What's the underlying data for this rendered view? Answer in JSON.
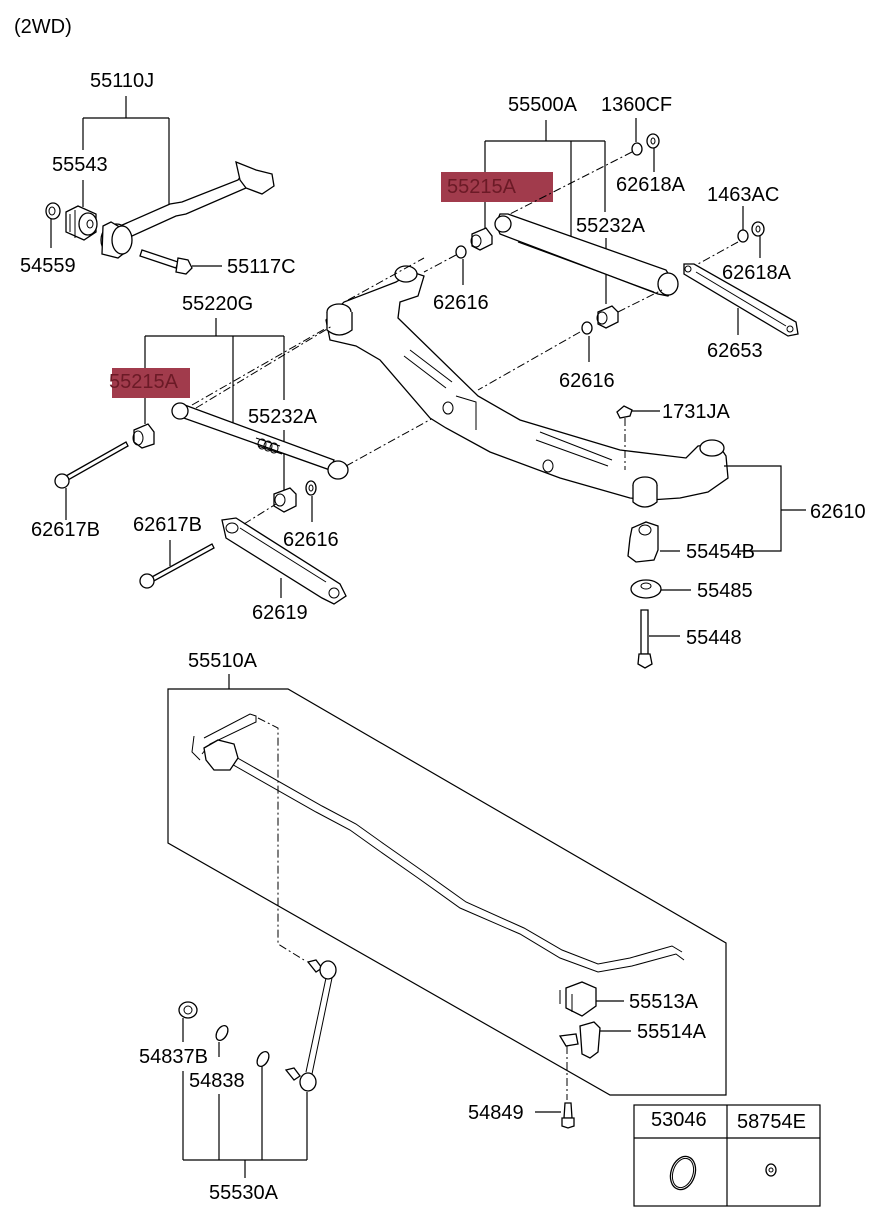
{
  "title": "(2WD)",
  "highlight_color": "#a13b4c",
  "labels": {
    "p55110J": "55110J",
    "p55543": "55543",
    "p54559": "54559",
    "p55117C": "55117C",
    "p55220G": "55220G",
    "p55215A_left": "55215A",
    "p55232A_left": "55232A",
    "p62617B_a": "62617B",
    "p62617B_b": "62617B",
    "p62616_left": "62616",
    "p62619": "62619",
    "p55500A": "55500A",
    "p1360CF": "1360CF",
    "p55215A_right": "55215A",
    "p62618A_a": "62618A",
    "p55232A_right": "55232A",
    "p1463AC": "1463AC",
    "p62618A_b": "62618A",
    "p62616_a": "62616",
    "p62616_b": "62616",
    "p62653": "62653",
    "p1731JA": "1731JA",
    "p62610": "62610",
    "p55454B": "55454B",
    "p55485": "55485",
    "p55448": "55448",
    "p55510A": "55510A",
    "p55513A": "55513A",
    "p55514A": "55514A",
    "p54837B": "54837B",
    "p54838": "54838",
    "p54849": "54849",
    "p55530A": "55530A"
  },
  "legend_table": {
    "headers": [
      "53046",
      "58754E"
    ],
    "icons": [
      "o-ring-icon",
      "nut-icon"
    ]
  }
}
